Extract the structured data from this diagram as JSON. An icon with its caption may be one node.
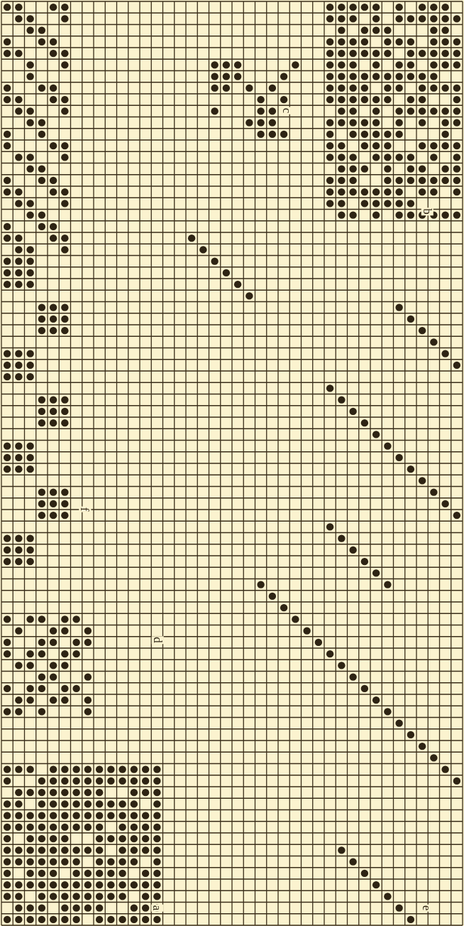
{
  "diagram": {
    "labels": [
      "c",
      "b",
      "f",
      "d",
      "a",
      "e"
    ]
  }
}
